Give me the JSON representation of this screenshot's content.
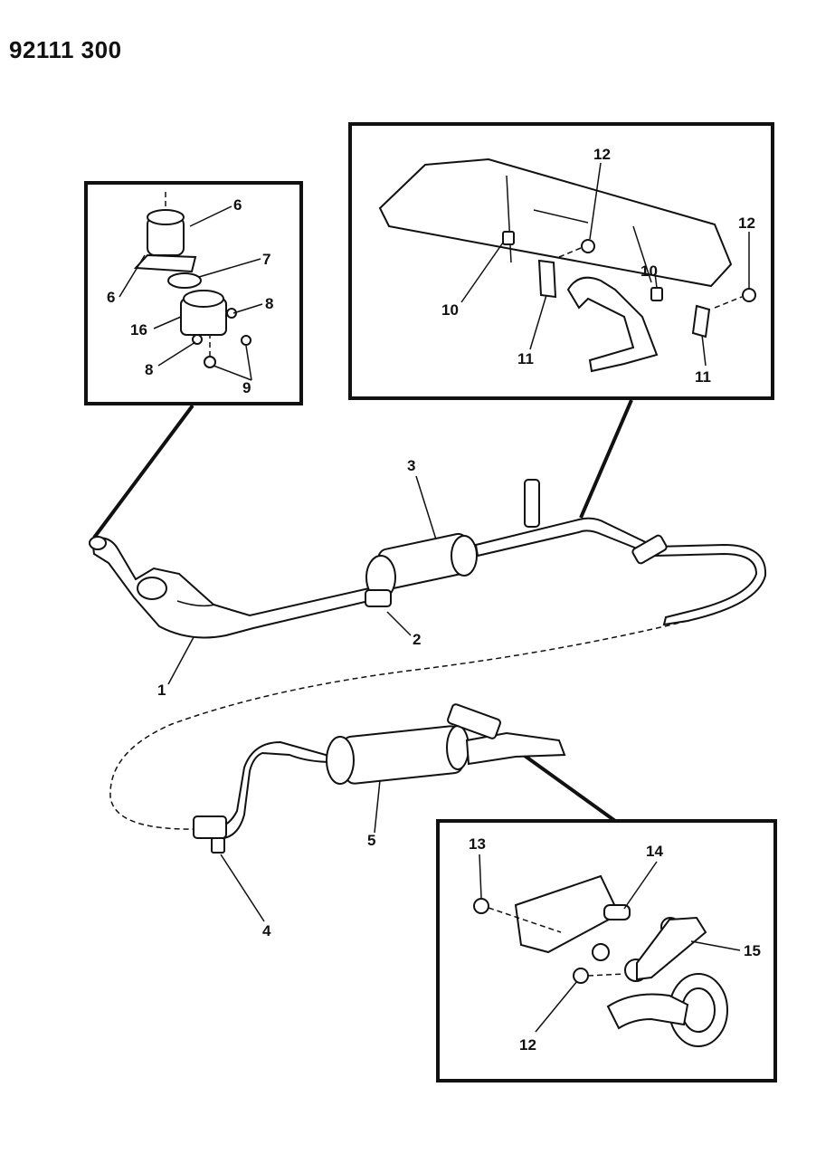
{
  "document": {
    "id": "92111 300"
  },
  "callouts": {
    "c1": "1",
    "c2": "2",
    "c3": "3",
    "c4": "4",
    "c5": "5",
    "c6a": "6",
    "c6b": "6",
    "c7": "7",
    "c8a": "8",
    "c8b": "8",
    "c9": "9",
    "c16": "16",
    "c10a": "10",
    "c10b": "10",
    "c11a": "11",
    "c11b": "11",
    "c12a": "12",
    "c12b": "12",
    "c12c": "12",
    "c13": "13",
    "c14": "14",
    "c15": "15"
  }
}
